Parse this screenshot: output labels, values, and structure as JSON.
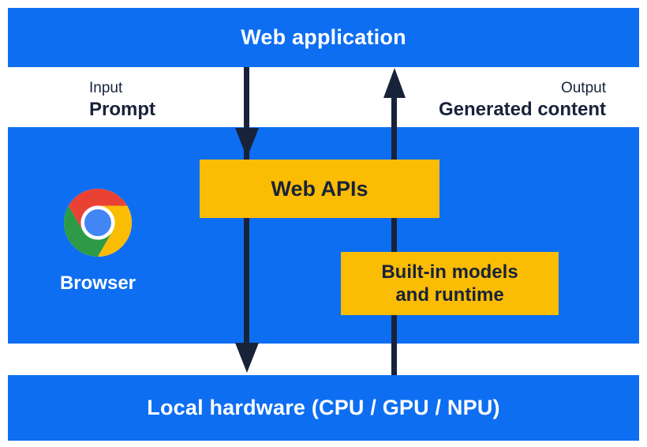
{
  "colors": {
    "band_blue": "#0D6EF2",
    "box_yellow": "#FBBC04",
    "ink_navy": "#18233A",
    "text_white": "#FFFFFF",
    "chrome_red": "#E94235",
    "chrome_yellow": "#FBBC04",
    "chrome_green": "#2C9A47",
    "chrome_center_blue": "#4285F4"
  },
  "top_band": {
    "label": "Web application"
  },
  "io_labels": {
    "input_title": "Input",
    "input_value": "Prompt",
    "output_title": "Output",
    "output_value": "Generated content"
  },
  "browser_band": {
    "label": "Browser",
    "logo_icon": "chrome-logo"
  },
  "boxes": {
    "web_apis": {
      "label": "Web APIs"
    },
    "built_in": {
      "line1": "Built-in models",
      "line2": "and runtime"
    }
  },
  "bottom_band": {
    "label": "Local hardware (CPU / GPU / NPU)"
  }
}
